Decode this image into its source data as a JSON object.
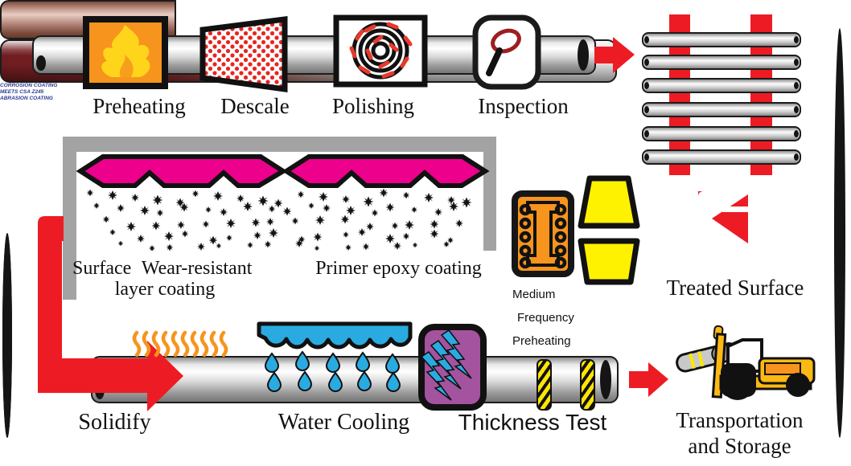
{
  "top_row": {
    "steps": [
      "Preheating",
      "Descale",
      "Polishing",
      "Inspection"
    ],
    "labels": {
      "preheating": "Preheating",
      "descale": "Descale",
      "polishing": "Polishing",
      "inspection": "Inspection"
    }
  },
  "middle_row": {
    "labels": {
      "surface_line1": "Surface Wear-resistant",
      "surface_line2": "layer coating",
      "primer": "Primer epoxy coating",
      "mf1": "Medium",
      "mf2": "Frequency",
      "mf3": "Preheating",
      "treated": "Treated Surface"
    }
  },
  "bottom_row": {
    "labels": {
      "solidify": "Solidify",
      "water": "Water Cooling",
      "thickness": "Thickness Test",
      "transport1": "Transportation",
      "transport2": "and Storage"
    },
    "pipe_print": {
      "line1": "CORROSION COATING MEETS CSA Z245",
      "line2": "ABRASION COATING"
    }
  },
  "icons": [
    "flame-icon",
    "descale-dots-icon",
    "polishing-spiral-icon",
    "magnifier-icon",
    "pipe-rack-icon",
    "spray-head-icon",
    "induction-coil-icon",
    "pinch-roller-icon",
    "heat-waves-icon",
    "water-trough-icon",
    "water-drop-icon",
    "lightning-icon",
    "pipe-strap-icon",
    "truck-icon",
    "flow-arrow-icon"
  ],
  "colors": {
    "red": "#ed1c24",
    "magenta": "#ec008c",
    "orange": "#f7941d",
    "flame_yellow": "#ffd51c",
    "roller_yellow": "#fff200",
    "cyan": "#29abe2",
    "purple": "#a4539e",
    "frame_gray": "#a3a3a3",
    "pipe_silver": "#c9c9c9",
    "pipe_brown": "#b28578",
    "coated_maroon": "#7c2125"
  }
}
